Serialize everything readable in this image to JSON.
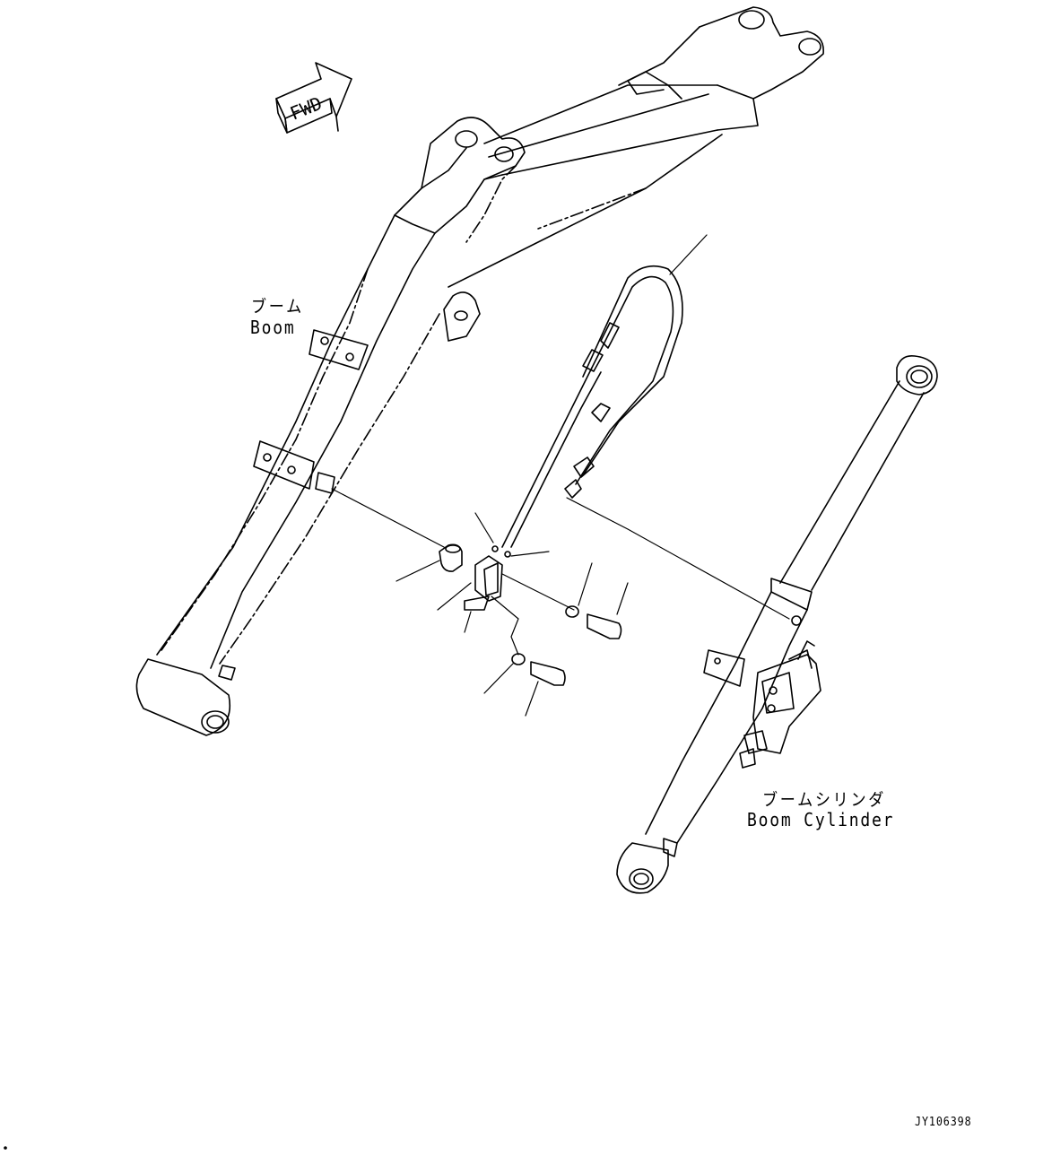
{
  "fwd_label": "FWD",
  "boom": {
    "label_jp": "ブーム",
    "label_en": "Boom"
  },
  "boom_cylinder": {
    "label_jp": "ブームシリンダ",
    "label_en": "Boom Cylinder"
  },
  "drawing_code": "JY106398",
  "colors": {
    "line": "#000000",
    "background": "#ffffff"
  }
}
